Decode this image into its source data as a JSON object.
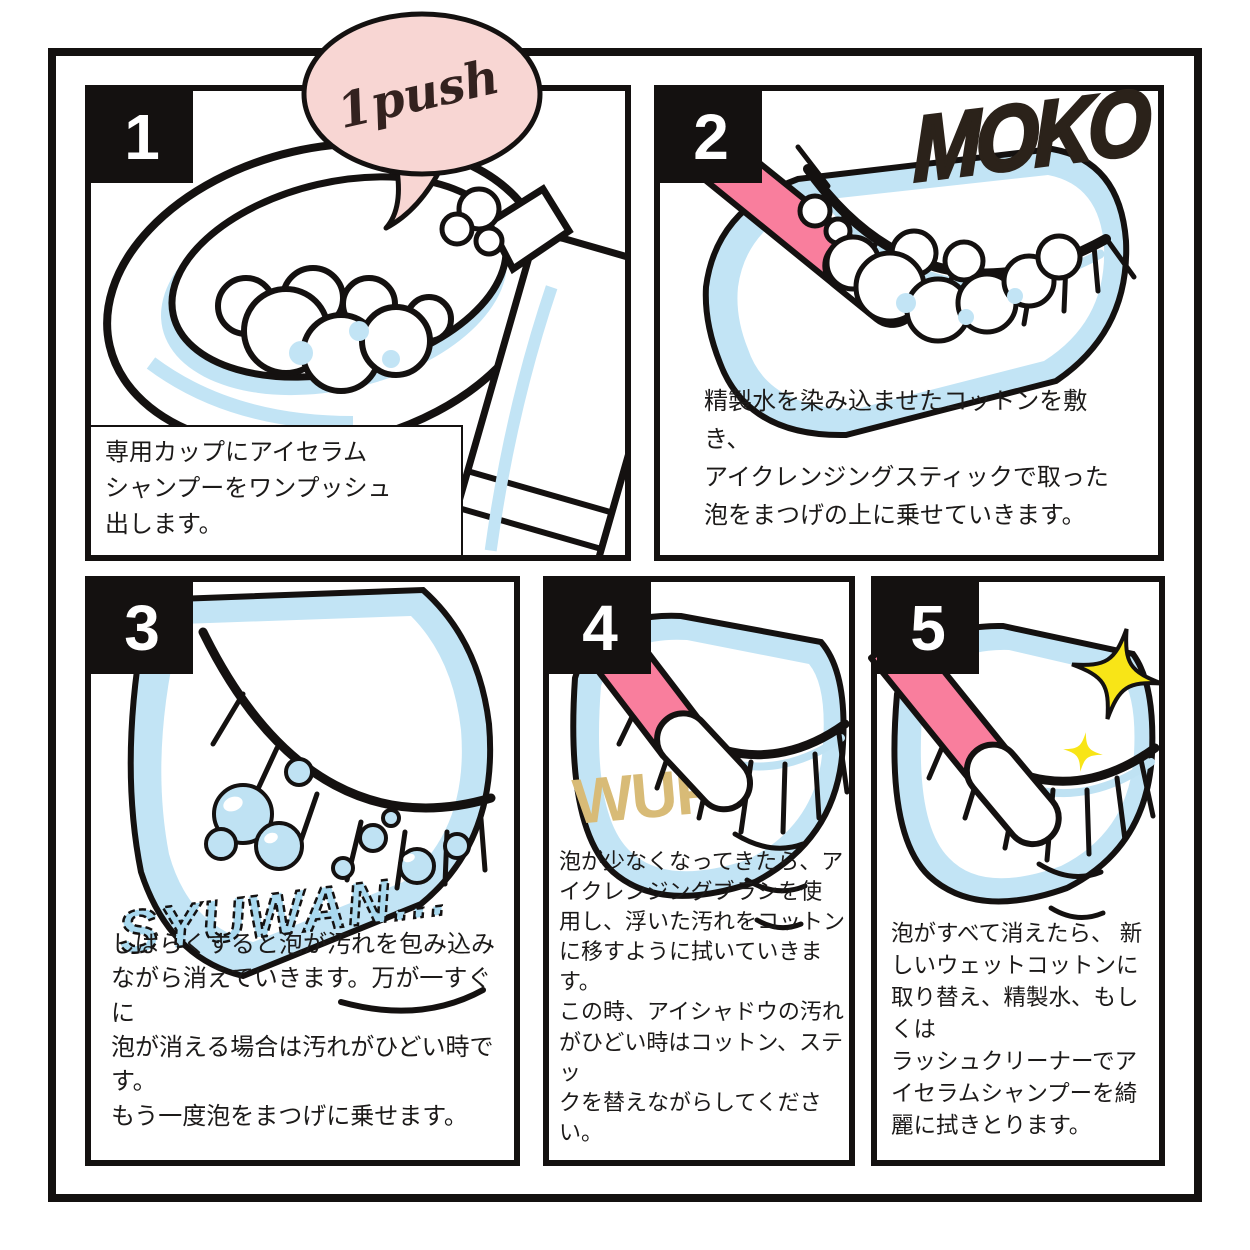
{
  "colors": {
    "ink": "#141110",
    "pad_blue": "#c2e4f5",
    "shadow_blue": "#bfe2f3",
    "stick_pink": "#f97e9d",
    "bubble_pink": "#f8d6d3",
    "sparkle_yellow": "#f8e517",
    "smudge_tan": "#d8bb77",
    "syuwan_blue": "#a9d9ef"
  },
  "panels": [
    {
      "number": "1",
      "speech_bubble": "1push",
      "caption": "専用カップにアイセラム\nシャンプーをワンプッシュ\n出します。"
    },
    {
      "number": "2",
      "sound_effect": "MOKO",
      "caption": "精製水を染み込ませたコットンを敷き、\nアイクレンジングスティックで取った\n泡をまつげの上に乗せていきます。"
    },
    {
      "number": "3",
      "sound_effect": "SYUWAN...",
      "caption": "しばらくすると泡が汚れを包み込み\nながら消えていきます。万が一すぐに\n泡が消える場合は汚れがひどい時です。\nもう一度泡をまつげに乗せます。"
    },
    {
      "number": "4",
      "sound_effect": "WUP",
      "caption": "泡が少なくなってきたら、ア\nイクレンジングブラシを使\n用し、浮いた汚れをコットン\nに移すように拭いていきます。\nこの時、アイシャドウの汚れ\nがひどい時はコットン、ステッ\nクを替えながらしてください。"
    },
    {
      "number": "5",
      "caption": "泡がすべて消えたら、 新\nしいウェットコットンに\n取り替え、精製水、もしくは\nラッシュクリーナーでア\nイセラムシャンプーを綺\n麗に拭きとります。"
    }
  ]
}
